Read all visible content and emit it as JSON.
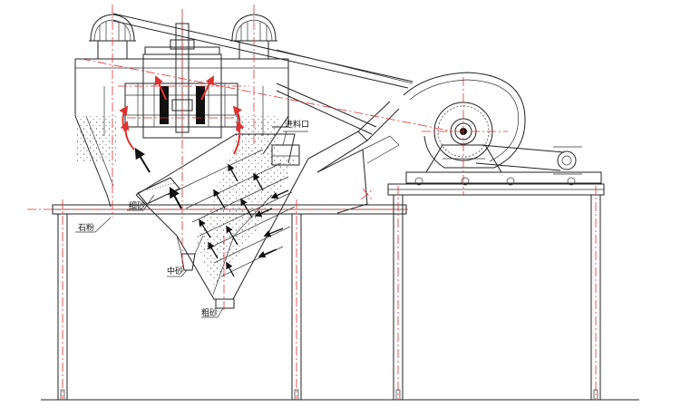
{
  "labels": {
    "feed_inlet": "进料口",
    "stone_powder": "石粉",
    "fine_sand": "细砂",
    "medium_sand": "中砂",
    "coarse_sand": "粗砂"
  },
  "colors": {
    "line": "#222222",
    "centerline": "#e03030",
    "background": "#ffffff"
  }
}
